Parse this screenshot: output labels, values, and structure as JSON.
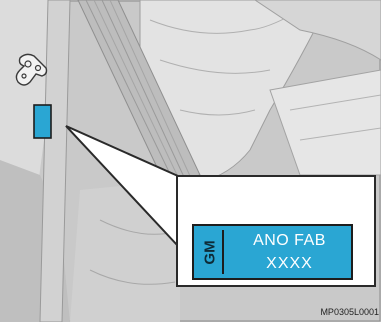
{
  "label": {
    "brand": "GM",
    "line1": "ANO FAB",
    "line2": "XXXX",
    "color": "#2aa6d3"
  },
  "figure_code": "MP0305L0001",
  "icons": {
    "seat_adjust_knob": "seat-recline-knob-icon",
    "door_label_sticker": "label-sticker-icon"
  }
}
